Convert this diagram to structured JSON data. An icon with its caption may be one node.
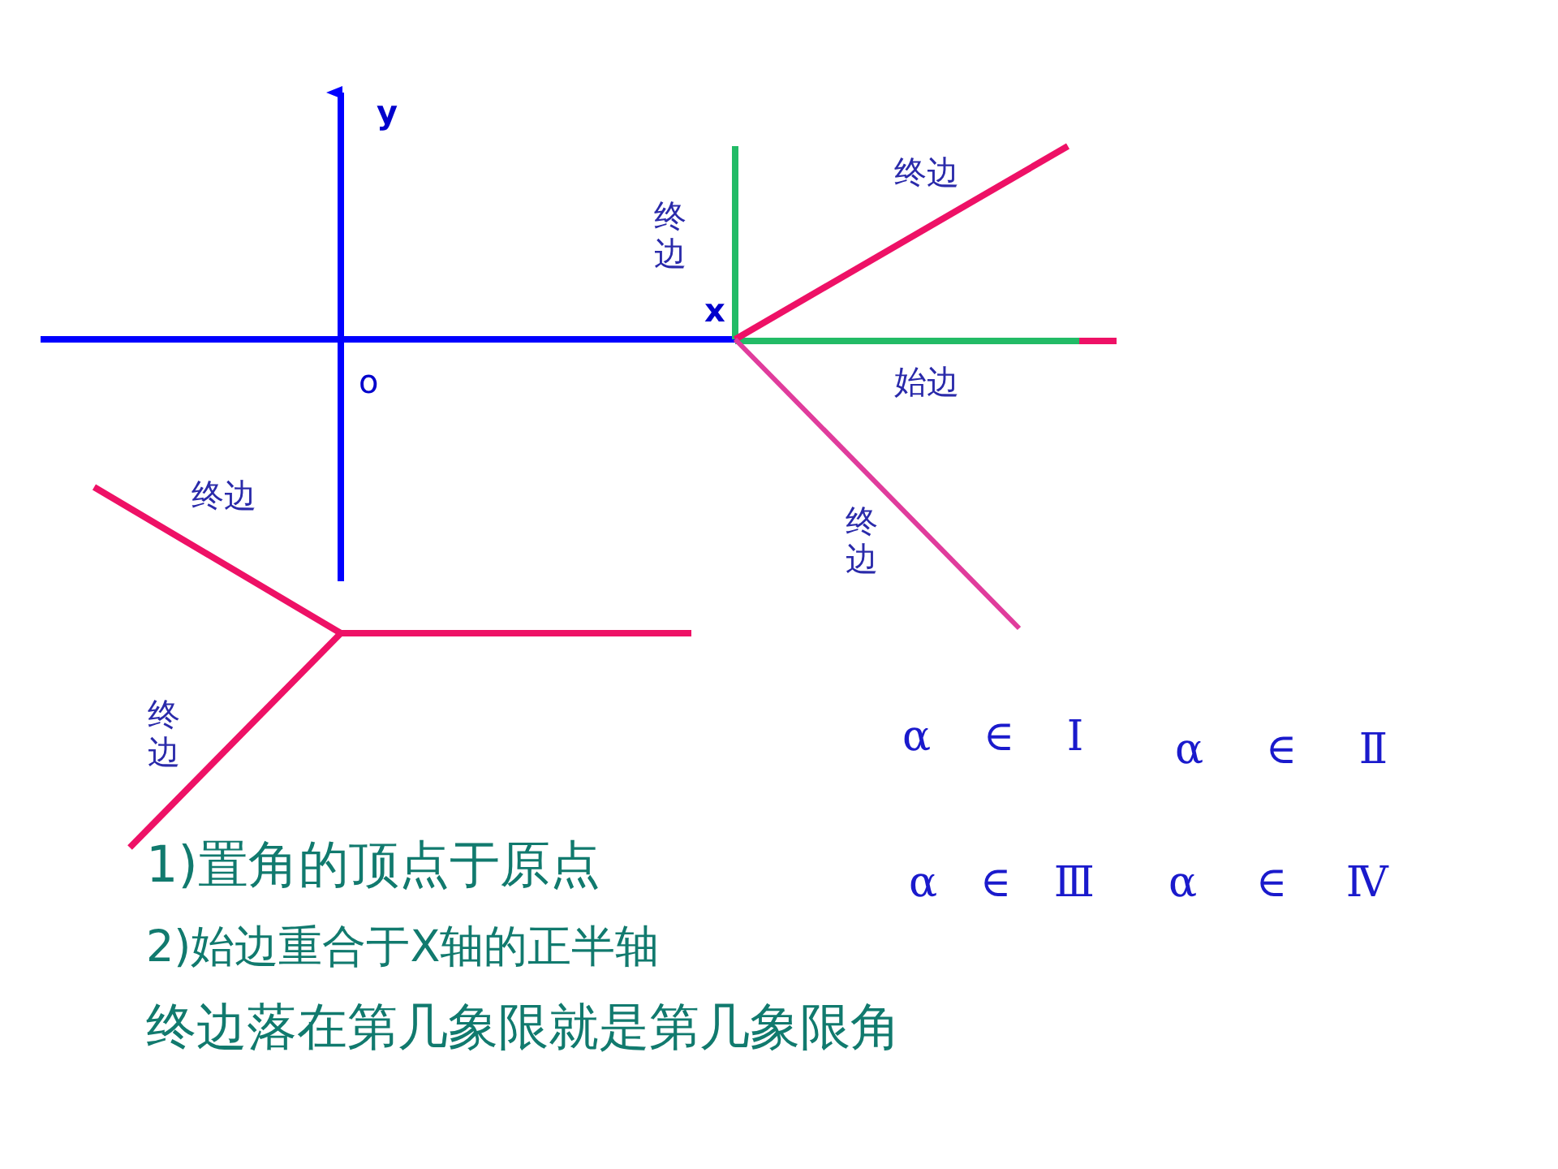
{
  "diagram": {
    "labels": [
      "y",
      "终边",
      "终边",
      "x",
      "o",
      "始边",
      "终边",
      "终边",
      "终边",
      "α ∈ Ⅰ",
      "α ∈ Ⅱ",
      "α ∈ Ⅲ",
      "α ∈ Ⅳ",
      "1)置角的顶点于原点",
      "2)始边重合于X轴的正半轴",
      "终边落在第几象限就是第几象限角"
    ]
  }
}
